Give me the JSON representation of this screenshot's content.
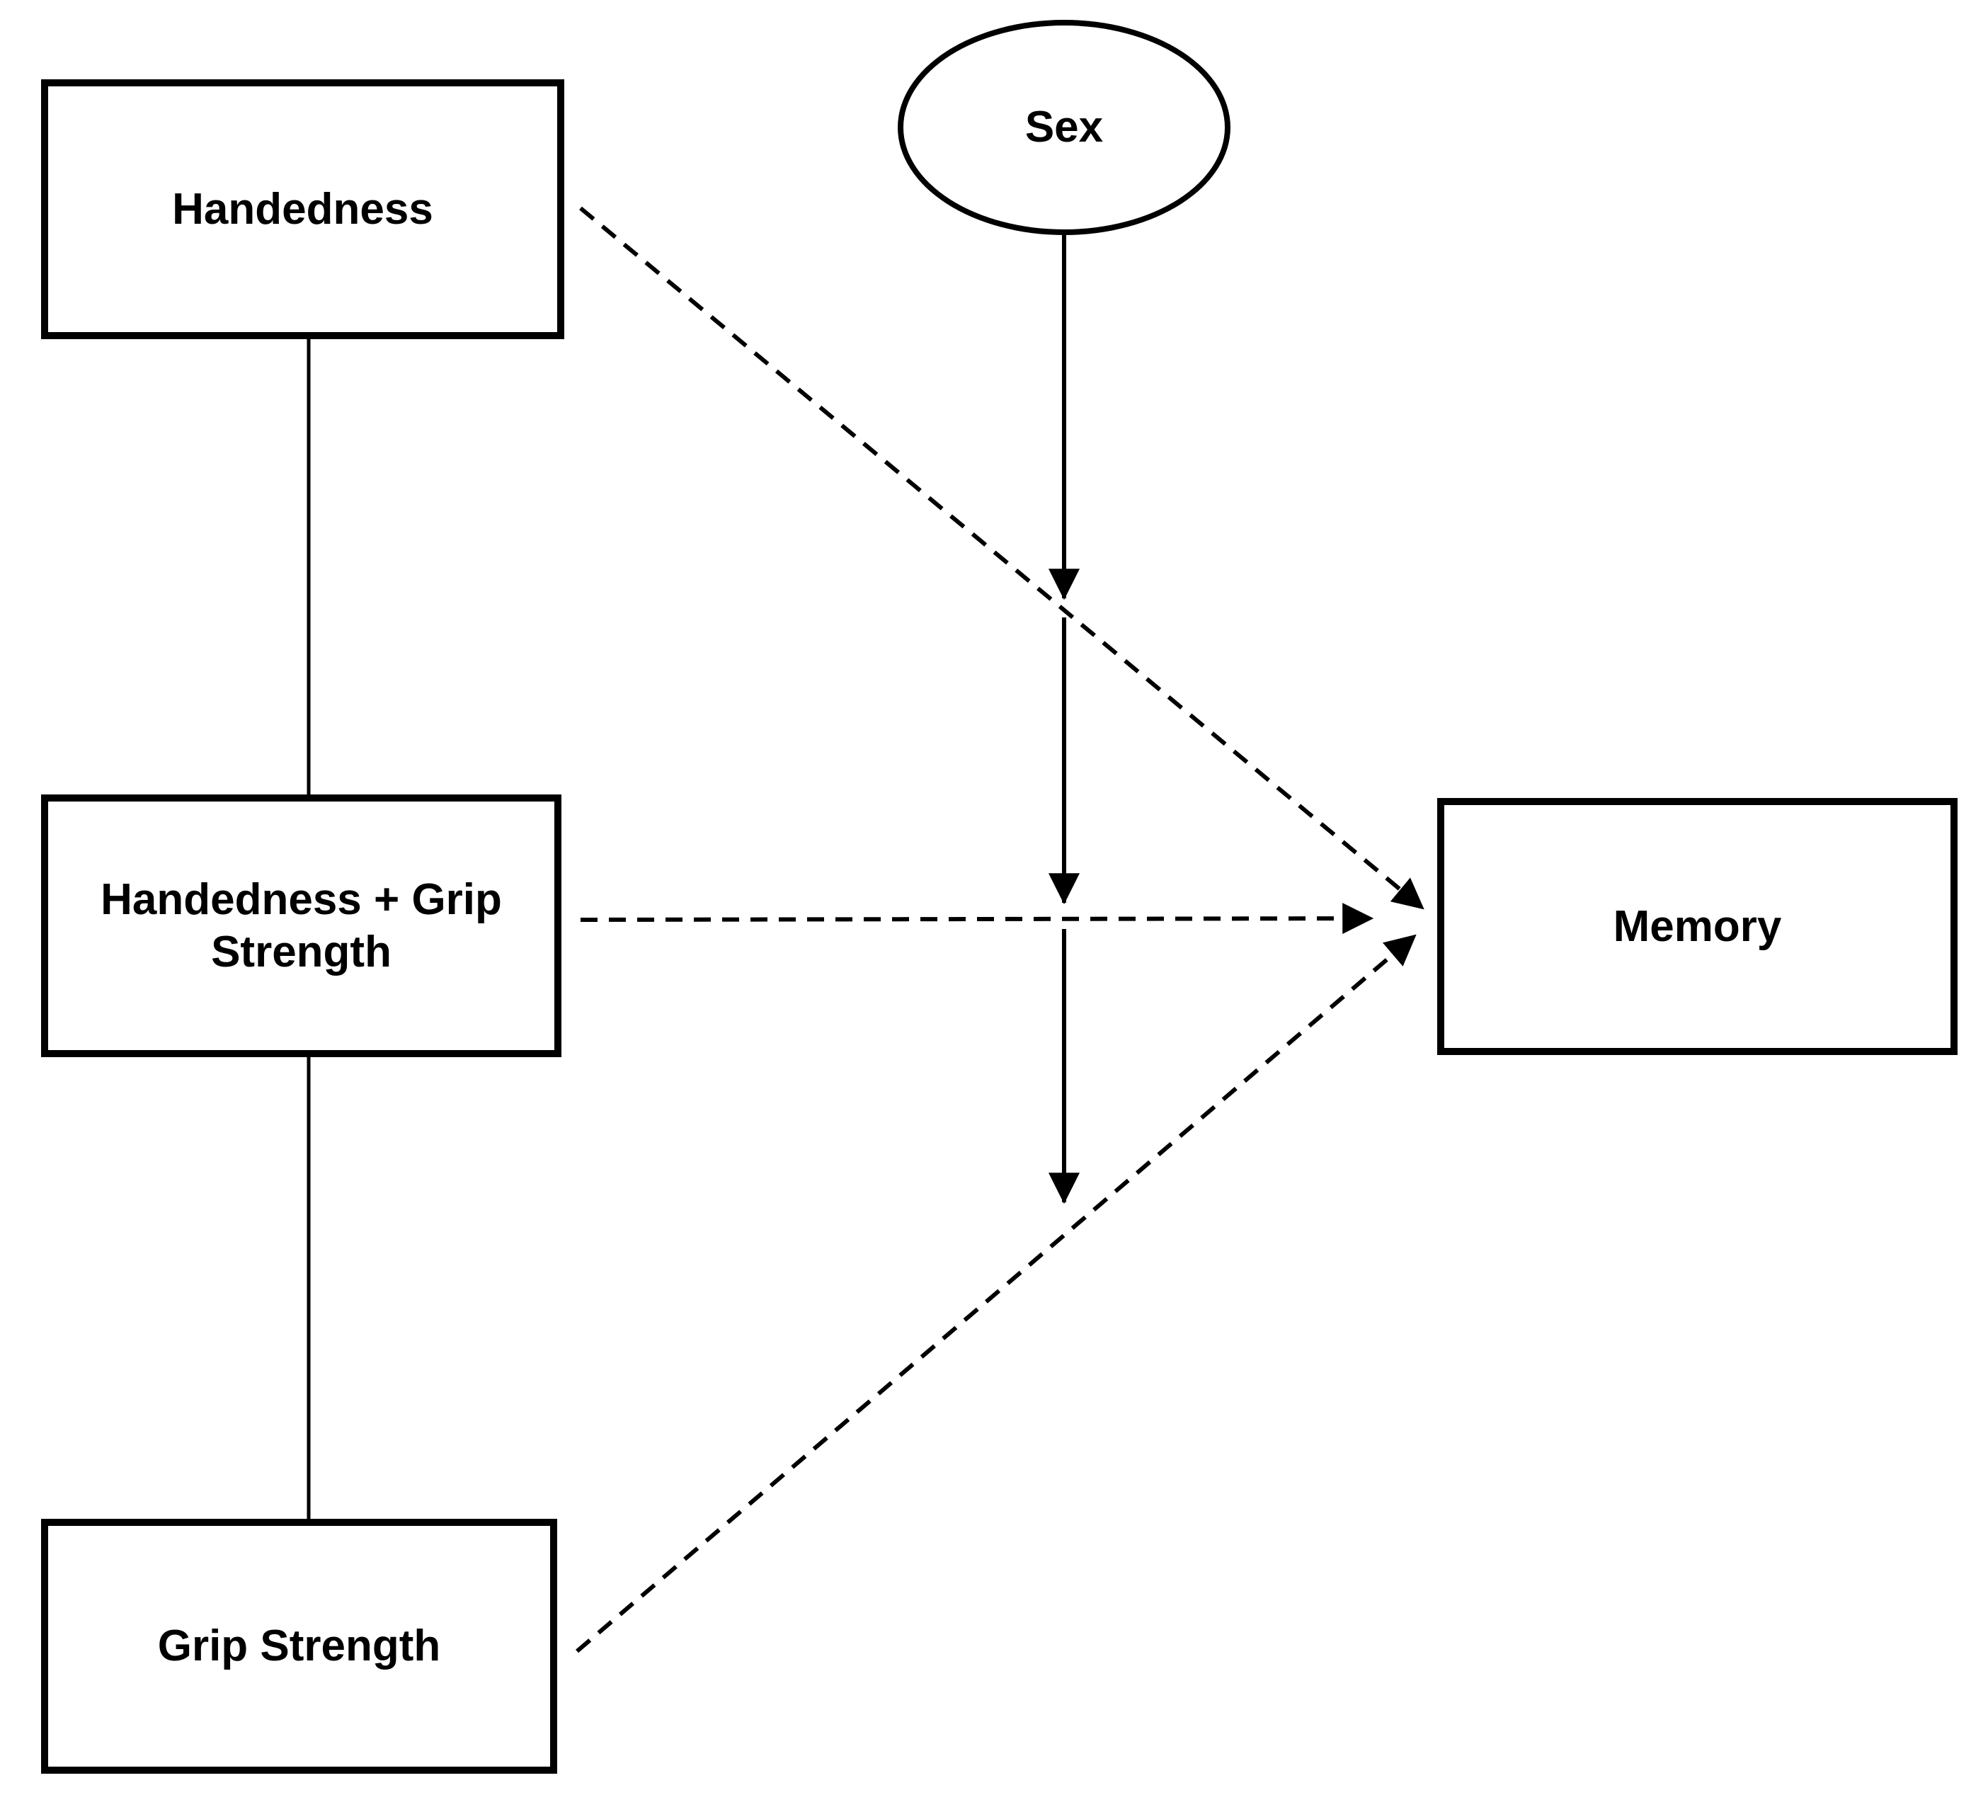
{
  "diagram": {
    "background_color": "#ffffff",
    "line_color": "#000000",
    "nodes": {
      "handedness": {
        "label": "Handedness",
        "shape": "rectangle"
      },
      "handedness_grip": {
        "label": "Handedness + Grip Strength",
        "shape": "rectangle"
      },
      "grip": {
        "label": "Grip Strength",
        "shape": "rectangle"
      },
      "sex": {
        "label": "Sex",
        "shape": "ellipse"
      },
      "memory": {
        "label": "Memory",
        "shape": "rectangle"
      }
    },
    "edges": [
      {
        "from": "handedness",
        "to": "handedness_grip",
        "style": "solid",
        "arrow": false
      },
      {
        "from": "handedness_grip",
        "to": "grip",
        "style": "solid",
        "arrow": false
      },
      {
        "from": "sex",
        "to": "handedness-memory-path",
        "style": "solid",
        "arrow": true
      },
      {
        "from": "sex",
        "to": "handedness_grip-memory-path",
        "style": "solid",
        "arrow": true
      },
      {
        "from": "sex",
        "to": "grip-memory-path",
        "style": "solid",
        "arrow": true
      },
      {
        "from": "handedness",
        "to": "memory",
        "style": "dashed",
        "arrow": true
      },
      {
        "from": "handedness_grip",
        "to": "memory",
        "style": "dashed",
        "arrow": true
      },
      {
        "from": "grip",
        "to": "memory",
        "style": "dashed",
        "arrow": true
      }
    ]
  }
}
